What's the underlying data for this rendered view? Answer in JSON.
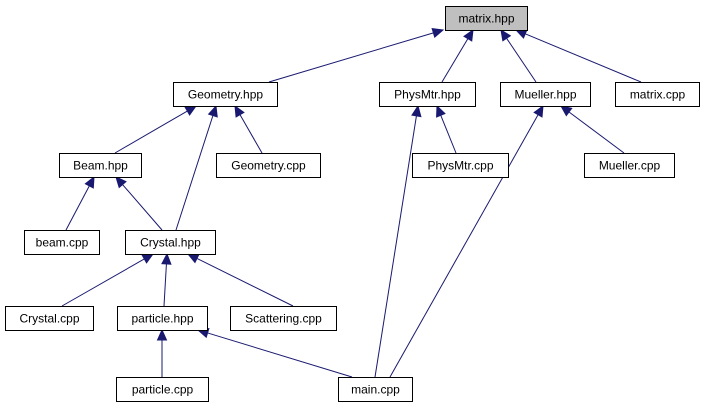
{
  "diagram": {
    "type": "include-dependency-graph",
    "nodes": [
      {
        "id": "matrix_hpp",
        "label": "matrix.hpp",
        "highlight": true
      },
      {
        "id": "geometry_hpp",
        "label": "Geometry.hpp"
      },
      {
        "id": "physmtr_hpp",
        "label": "PhysMtr.hpp"
      },
      {
        "id": "mueller_hpp",
        "label": "Mueller.hpp"
      },
      {
        "id": "matrix_cpp",
        "label": "matrix.cpp"
      },
      {
        "id": "beam_hpp",
        "label": "Beam.hpp"
      },
      {
        "id": "geometry_cpp",
        "label": "Geometry.cpp"
      },
      {
        "id": "physmtr_cpp",
        "label": "PhysMtr.cpp"
      },
      {
        "id": "mueller_cpp",
        "label": "Mueller.cpp"
      },
      {
        "id": "beam_cpp",
        "label": "beam.cpp"
      },
      {
        "id": "crystal_hpp",
        "label": "Crystal.hpp"
      },
      {
        "id": "crystal_cpp",
        "label": "Crystal.cpp"
      },
      {
        "id": "particle_hpp",
        "label": "particle.hpp"
      },
      {
        "id": "scattering_cpp",
        "label": "Scattering.cpp"
      },
      {
        "id": "particle_cpp",
        "label": "particle.cpp"
      },
      {
        "id": "main_cpp",
        "label": "main.cpp"
      }
    ],
    "edges": [
      {
        "from": "geometry_hpp",
        "to": "matrix_hpp"
      },
      {
        "from": "physmtr_hpp",
        "to": "matrix_hpp"
      },
      {
        "from": "mueller_hpp",
        "to": "matrix_hpp"
      },
      {
        "from": "matrix_cpp",
        "to": "matrix_hpp"
      },
      {
        "from": "beam_hpp",
        "to": "geometry_hpp"
      },
      {
        "from": "crystal_hpp",
        "to": "geometry_hpp"
      },
      {
        "from": "geometry_cpp",
        "to": "geometry_hpp"
      },
      {
        "from": "main_cpp",
        "to": "physmtr_hpp"
      },
      {
        "from": "physmtr_cpp",
        "to": "physmtr_hpp"
      },
      {
        "from": "main_cpp",
        "to": "mueller_hpp"
      },
      {
        "from": "mueller_cpp",
        "to": "mueller_hpp"
      },
      {
        "from": "beam_cpp",
        "to": "beam_hpp"
      },
      {
        "from": "crystal_hpp",
        "to": "beam_hpp"
      },
      {
        "from": "crystal_cpp",
        "to": "crystal_hpp"
      },
      {
        "from": "particle_hpp",
        "to": "crystal_hpp"
      },
      {
        "from": "scattering_cpp",
        "to": "crystal_hpp"
      },
      {
        "from": "particle_cpp",
        "to": "particle_hpp"
      },
      {
        "from": "main_cpp",
        "to": "particle_hpp"
      }
    ],
    "colors": {
      "edge": "#191970",
      "root_fill": "#bfbfbf",
      "node_fill": "#ffffff",
      "border": "#000000"
    }
  }
}
